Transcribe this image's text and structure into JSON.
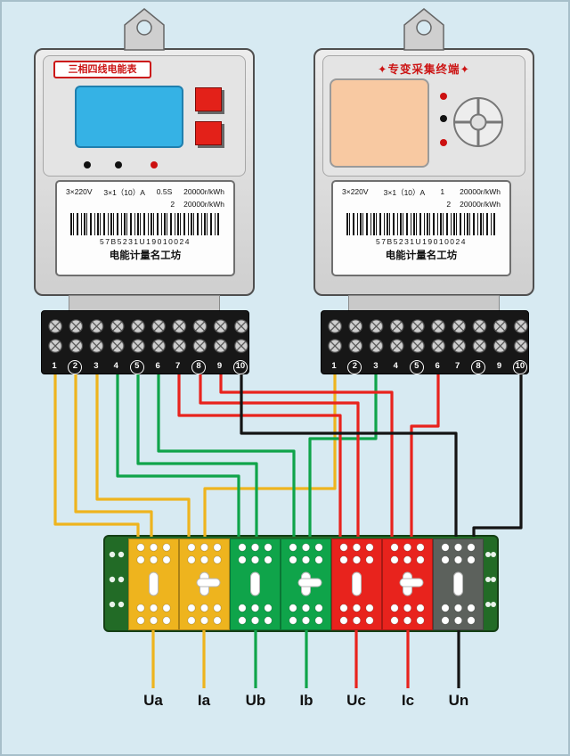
{
  "left_meter": {
    "title": "三相四线电能表",
    "spec": {
      "voltage": "3×220V",
      "current": "3×1（10）A",
      "class": "0.5S",
      "rate1": "20000r/kWh",
      "reg2": "2",
      "rate2": "20000r/kWh"
    },
    "barcode_number": "57B5231U19010024",
    "brand": "电能计量名工坊",
    "terminals": [
      "1",
      "2",
      "3",
      "4",
      "5",
      "6",
      "7",
      "8",
      "9",
      "10"
    ],
    "circled_terminals": [
      2,
      5,
      8,
      10
    ]
  },
  "right_meter": {
    "title": "专变采集终端",
    "title_deco": "✦",
    "spec": {
      "voltage": "3×220V",
      "current": "3×1（10）A",
      "class": "1",
      "rate1": "20000r/kWh",
      "reg2": "2",
      "rate2": "20000r/kWh"
    },
    "barcode_number": "57B5231U19010024",
    "brand": "电能计量名工坊",
    "terminals": [
      "1",
      "2",
      "3",
      "4",
      "5",
      "6",
      "7",
      "8",
      "9",
      "10"
    ],
    "circled_terminals": [
      2,
      5,
      8,
      10
    ]
  },
  "bottom_labels": [
    "Ua",
    "Ia",
    "Ub",
    "Ib",
    "Uc",
    "Ic",
    "Un"
  ],
  "colors": {
    "phase_a": "#eeb41e",
    "phase_b": "#0fa44a",
    "phase_c": "#e8231d",
    "neutral": "#141414",
    "neutral_section": "#5c615c",
    "lcd": "#35b2e5",
    "screen_right": "#f8c9a2",
    "block_green": "#226b26"
  }
}
